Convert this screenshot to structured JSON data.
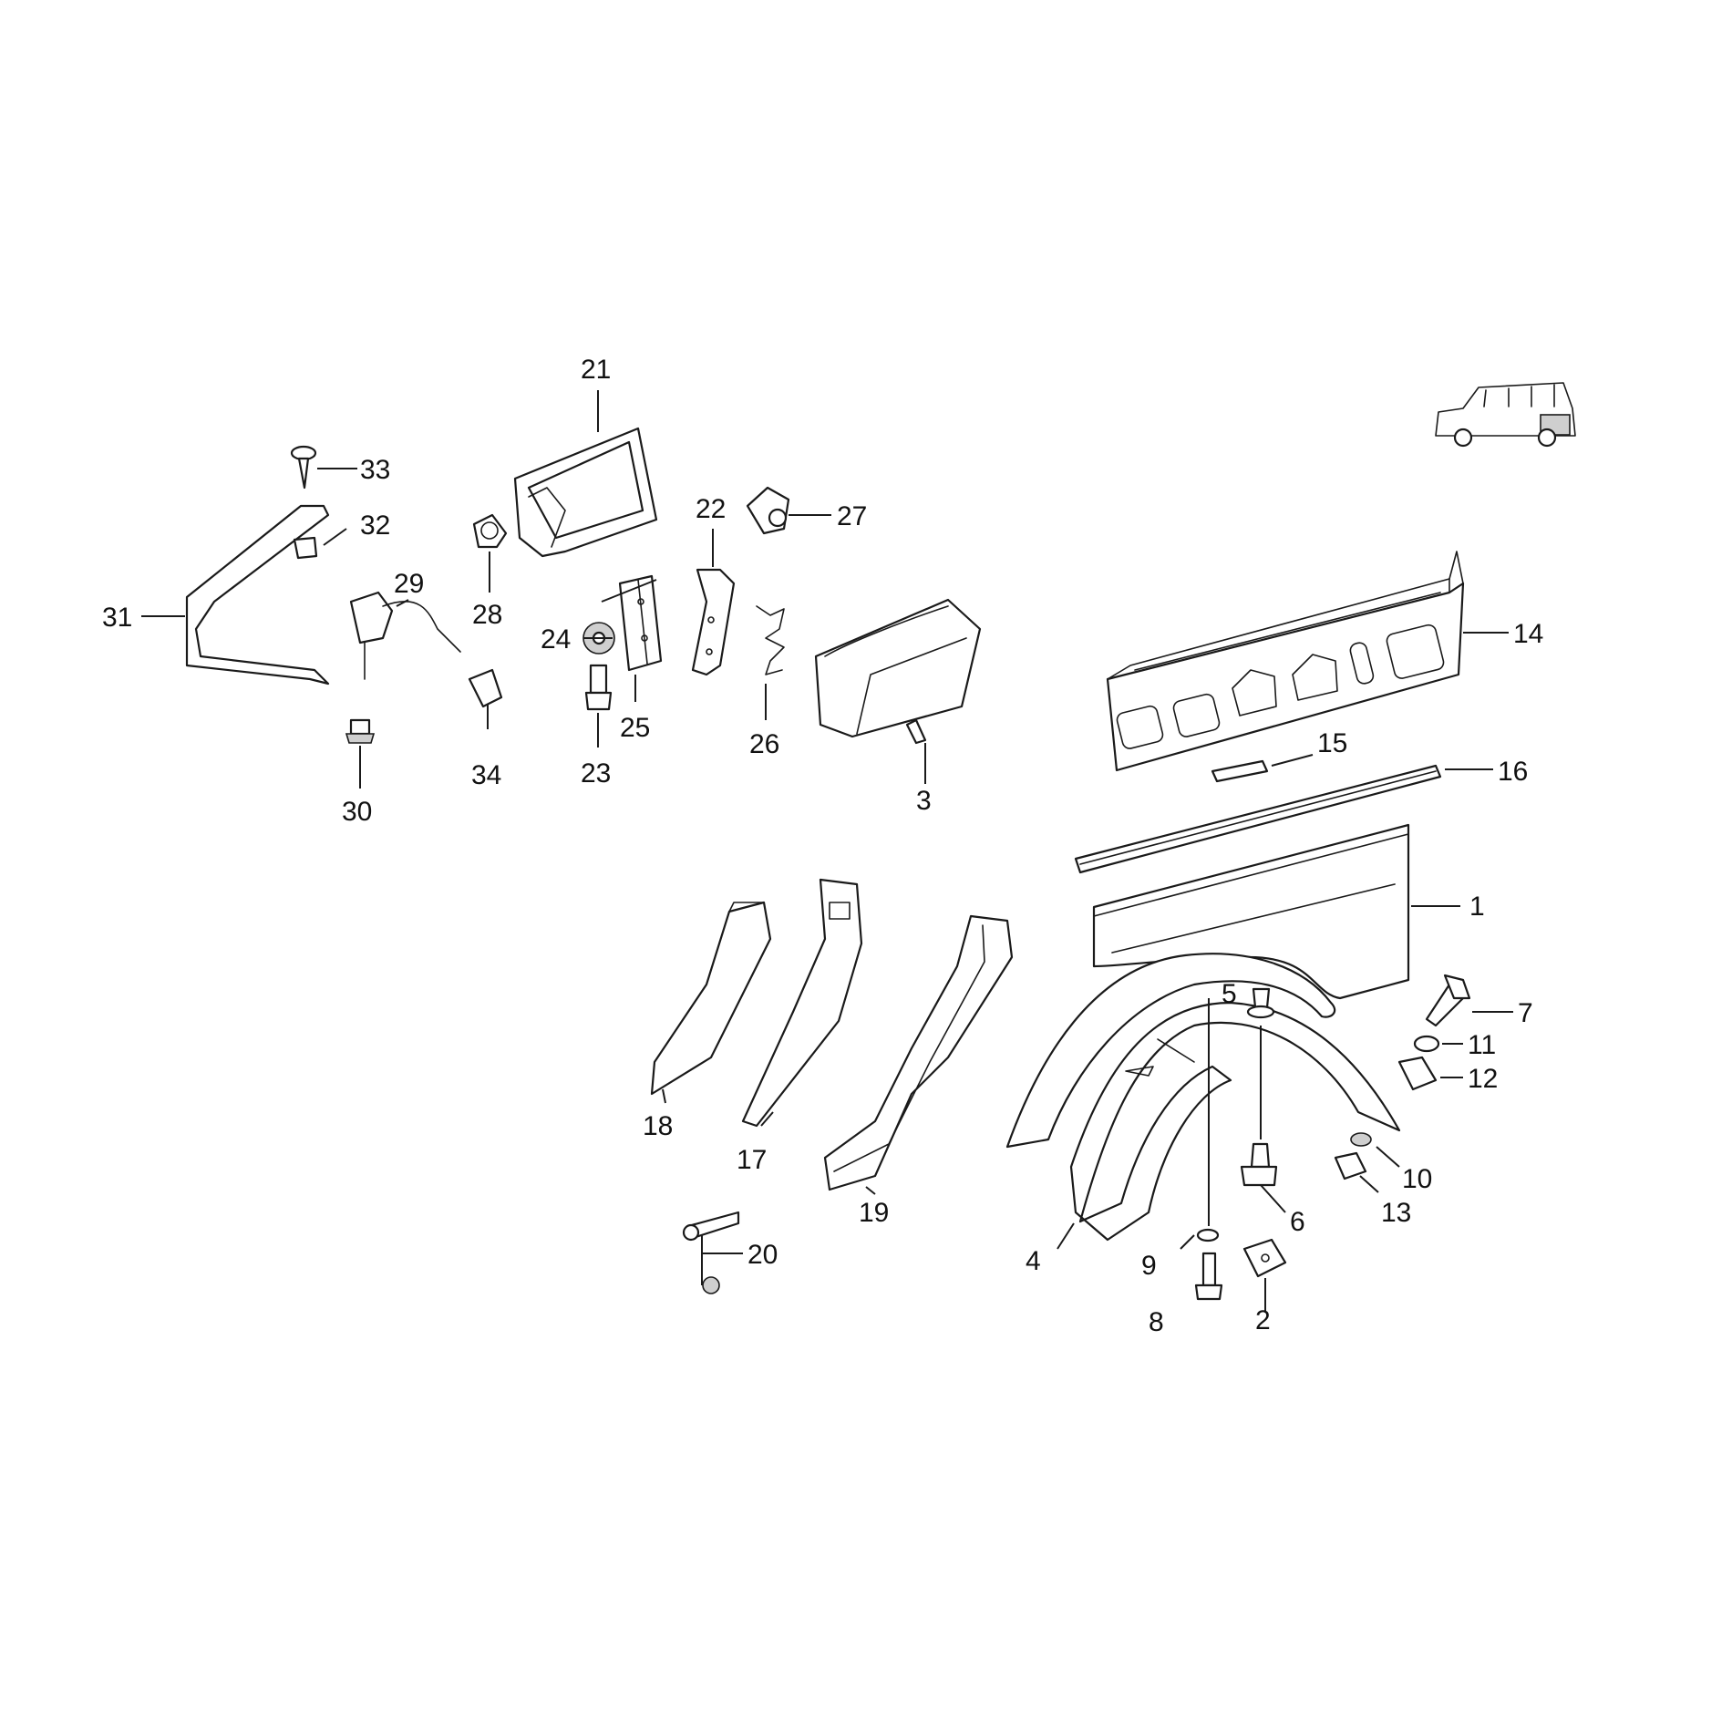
{
  "callouts": [
    {
      "id": "1",
      "text": "1"
    },
    {
      "id": "2",
      "text": "2"
    },
    {
      "id": "3",
      "text": "3"
    },
    {
      "id": "4",
      "text": "4"
    },
    {
      "id": "5",
      "text": "5"
    },
    {
      "id": "6",
      "text": "6"
    },
    {
      "id": "7",
      "text": "7"
    },
    {
      "id": "8",
      "text": "8"
    },
    {
      "id": "9",
      "text": "9"
    },
    {
      "id": "10",
      "text": "10"
    },
    {
      "id": "11",
      "text": "11"
    },
    {
      "id": "12",
      "text": "12"
    },
    {
      "id": "13",
      "text": "13"
    },
    {
      "id": "14",
      "text": "14"
    },
    {
      "id": "15",
      "text": "15"
    },
    {
      "id": "16",
      "text": "16"
    },
    {
      "id": "17",
      "text": "17"
    },
    {
      "id": "18",
      "text": "18"
    },
    {
      "id": "19",
      "text": "19"
    },
    {
      "id": "20",
      "text": "20"
    },
    {
      "id": "21",
      "text": "21"
    },
    {
      "id": "22",
      "text": "22"
    },
    {
      "id": "23",
      "text": "23"
    },
    {
      "id": "24",
      "text": "24"
    },
    {
      "id": "25",
      "text": "25"
    },
    {
      "id": "26",
      "text": "26"
    },
    {
      "id": "27",
      "text": "27"
    },
    {
      "id": "28",
      "text": "28"
    },
    {
      "id": "29",
      "text": "29"
    },
    {
      "id": "30",
      "text": "30"
    },
    {
      "id": "31",
      "text": "31"
    },
    {
      "id": "32",
      "text": "32"
    },
    {
      "id": "33",
      "text": "33"
    },
    {
      "id": "34",
      "text": "34"
    }
  ],
  "colors": {
    "line": "#1a1a1a",
    "background": "#ffffff",
    "shade": "#cfcfcf"
  }
}
